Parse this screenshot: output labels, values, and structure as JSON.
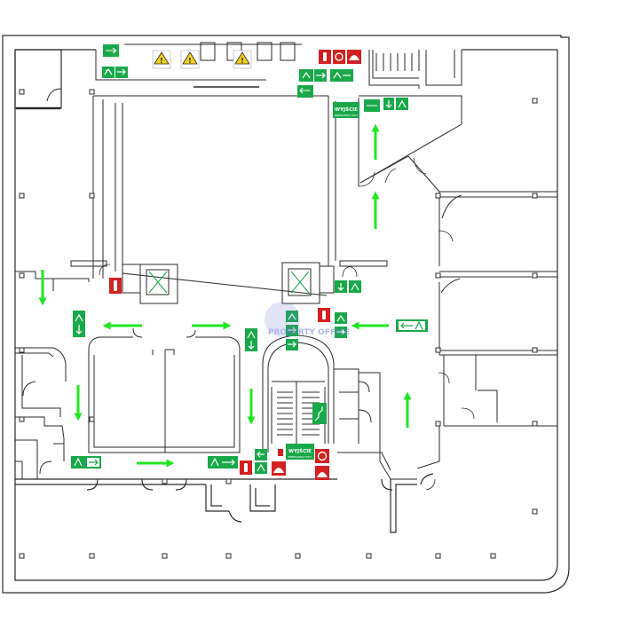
{
  "plan": {
    "exit_sign_text": "WYJŚCIE",
    "exit_sign_subtext": "EMERGENCY EXIT",
    "watermark_text": "PROPERTY OFFICE",
    "warning_symbol": "!",
    "colors": {
      "wall": "#2a2a2a",
      "evac_green": "#19a84a",
      "arrow_green": "#22e622",
      "fire_red": "#d42020",
      "warning_yellow": "#f2d21b",
      "watermark": "#6f7bd8"
    },
    "icons": [
      "running-man-icon",
      "arrow-icon",
      "fire-extinguisher-icon",
      "fire-alarm-icon",
      "fire-hose-icon",
      "warning-icon",
      "stairs-icon",
      "elevator-icon"
    ]
  }
}
